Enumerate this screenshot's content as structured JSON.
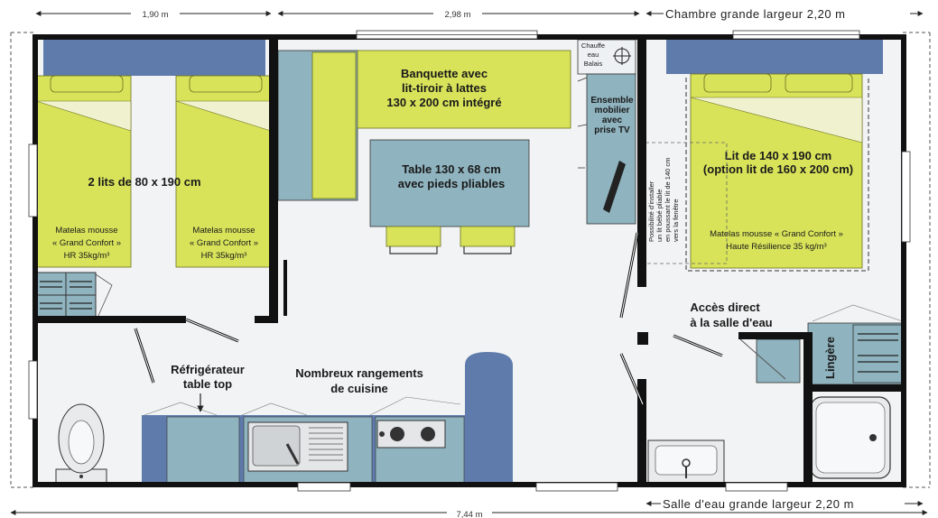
{
  "dimensions": {
    "width_left": "1,90 m",
    "width_middle": "2,98 m",
    "bedroom_width": "Chambre grande largeur 2,20 m",
    "bathroom_width": "Salle d'eau grande largeur 2,20 m",
    "total_length": "7,44 m"
  },
  "left_bedroom": {
    "beds_label": "2 lits de 80 x 190 cm",
    "mattress_left": [
      "Matelas mousse",
      "« Grand Confort »",
      "HR 35kg/m³"
    ],
    "mattress_right": [
      "Matelas mousse",
      "« Grand Confort »",
      "HR 35kg/m³"
    ]
  },
  "living": {
    "sofa": [
      "Banquette avec",
      "lit-tiroir à lattes",
      "130 x 200 cm intégré"
    ],
    "table": [
      "Table 130 x 68 cm",
      "avec pieds pliables"
    ],
    "heater": [
      "Chauffe",
      "eau",
      "Balais"
    ],
    "tv_unit": [
      "Ensemble",
      "mobilier",
      "avec",
      "prise TV"
    ],
    "fridge": [
      "Réfrigérateur",
      "table top"
    ],
    "storage": [
      "Nombreux rangements",
      "de cuisine"
    ]
  },
  "right_bedroom": {
    "bed_label": [
      "Lit de 140 x 190 cm",
      "(option lit de 160 x 200 cm)"
    ],
    "mattress": [
      "Matelas mousse « Grand Confort »",
      "Haute Résilience 35 kg/m³"
    ],
    "baby_bed_note": [
      "Possibilité d'installer",
      "un lit bébé pliable",
      "en poussant le lit de 140 cm",
      "vers la fenêtre"
    ]
  },
  "bathroom": {
    "access": [
      "Accès direct",
      "à la salle d'eau"
    ],
    "linen": "Lingère"
  },
  "colors": {
    "wall": "#111111",
    "bed_yellow": "#d8e35a",
    "blue": "#5f7bab",
    "teal": "#8fb3bf",
    "floor": "#f2f3f4"
  }
}
